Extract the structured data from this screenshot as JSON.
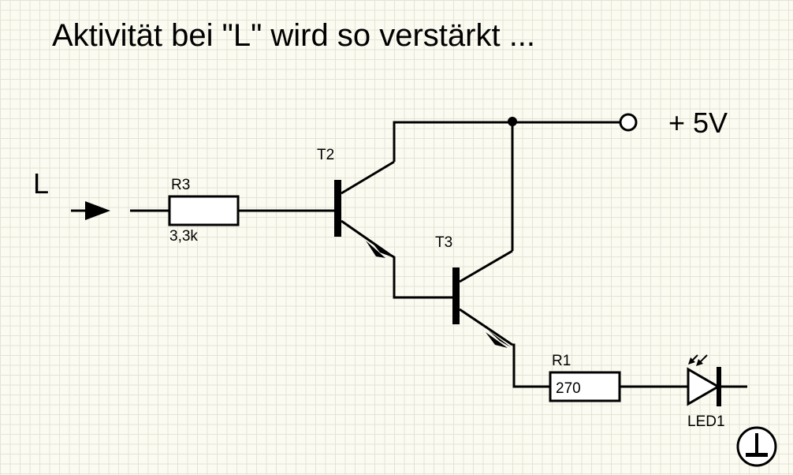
{
  "title": "Aktivität bei \"L\" wird so verstärkt ...",
  "input": {
    "label": "L"
  },
  "supply": {
    "label": "+ 5V"
  },
  "resistors": {
    "r3": {
      "name": "R3",
      "value": "3,3k"
    },
    "r1": {
      "name": "R1",
      "value": "270"
    }
  },
  "transistors": {
    "t2": {
      "name": "T2"
    },
    "t3": {
      "name": "T3"
    }
  },
  "led": {
    "name": "LED1"
  },
  "ground": {
    "symbol": "ground"
  }
}
